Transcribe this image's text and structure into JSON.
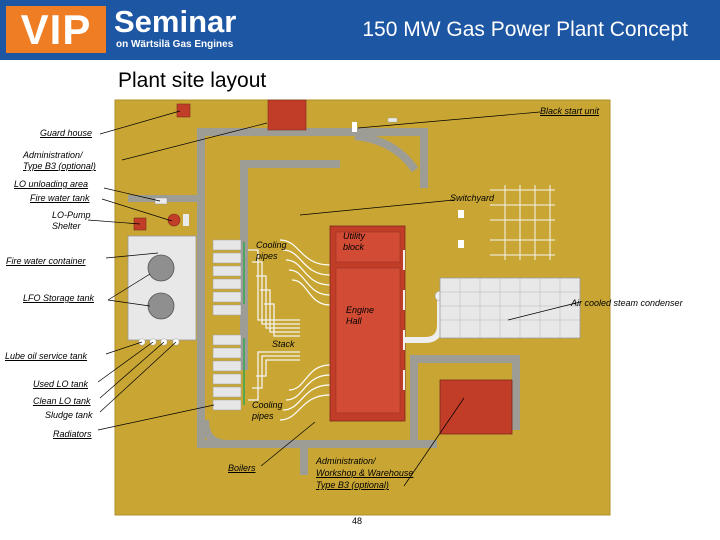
{
  "header": {
    "logo_vip": "VIP",
    "logo_title": "Seminar",
    "logo_subtitle": "on Wärtsilä Gas Engines",
    "title": "150 MW Gas Power Plant Concept"
  },
  "section_title": "Plant site layout",
  "labels": {
    "black_start_unit": "Black start unit",
    "guard_house": "Guard house",
    "administration_1": "Administration/",
    "administration_2": "Type B3 (optional)",
    "lo_unloading": "LO unloading area",
    "fire_water_tank": "Fire water tank",
    "lo_pump_1": "LO-Pump",
    "lo_pump_2": "Shelter",
    "fire_water_container": "Fire water container",
    "lfo_storage": "LFO Storage tank",
    "lube_oil_service": "Lube oil service tank",
    "used_lo": "Used LO tank",
    "clean_lo": "Clean LO tank",
    "sludge": "Sludge tank",
    "radiators": "Radiators",
    "boilers": "Boilers",
    "admin_workshop_1": "Administration/",
    "admin_workshop_2": "Workshop & Warehouse",
    "admin_workshop_3": "Type B3 (optional)",
    "cooling_pipes_top_1": "Cooling",
    "cooling_pipes_top_2": "pipes",
    "utility_1": "Utility",
    "utility_2": "block",
    "switchyard": "Switchyard",
    "engine_hall_1": "Engine",
    "engine_hall_2": "Hall",
    "stack": "Stack",
    "cooling_pipes_bottom_1": "Cooling",
    "cooling_pipes_bottom_2": "pipes",
    "air_cooled_condenser": "Air cooled steam condenser"
  },
  "page_number": "48",
  "colors": {
    "header_blue": "#1d56a3",
    "logo_orange": "#ee7d23",
    "site_ground": "#c9a634",
    "road": "#9d9d95",
    "building_red": "#c23d28"
  }
}
